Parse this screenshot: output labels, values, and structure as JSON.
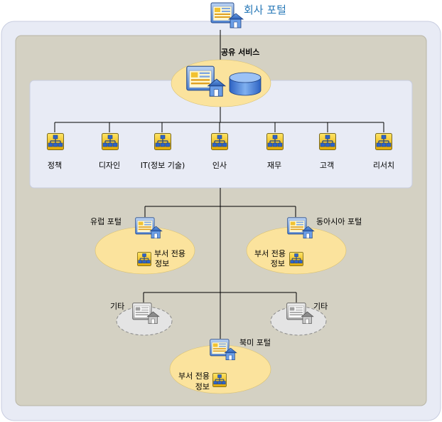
{
  "title": "회사 포털",
  "shared_services": "공유 서비스",
  "departments": [
    "정책",
    "디자인",
    "IT(정보 기술)",
    "인사",
    "재무",
    "고객",
    "리서치"
  ],
  "regional_portals": {
    "europe": "유럽 포털",
    "east_asia": "동아시아 포털",
    "north_america": "북미 포털"
  },
  "department_info": [
    "부서 전용",
    "정보"
  ],
  "other": "기타",
  "colors": {
    "outer_background": "#e8ebf5",
    "inner_background": "#d4d1c3",
    "department_panel": "#e8ebf5",
    "portal_ellipse": "#fbe39d",
    "other_ellipse": "#e4e4e4",
    "title_text": "#2a7ab8",
    "icon_blue": "#3a72c9",
    "icon_yellow": "#f5c400"
  }
}
